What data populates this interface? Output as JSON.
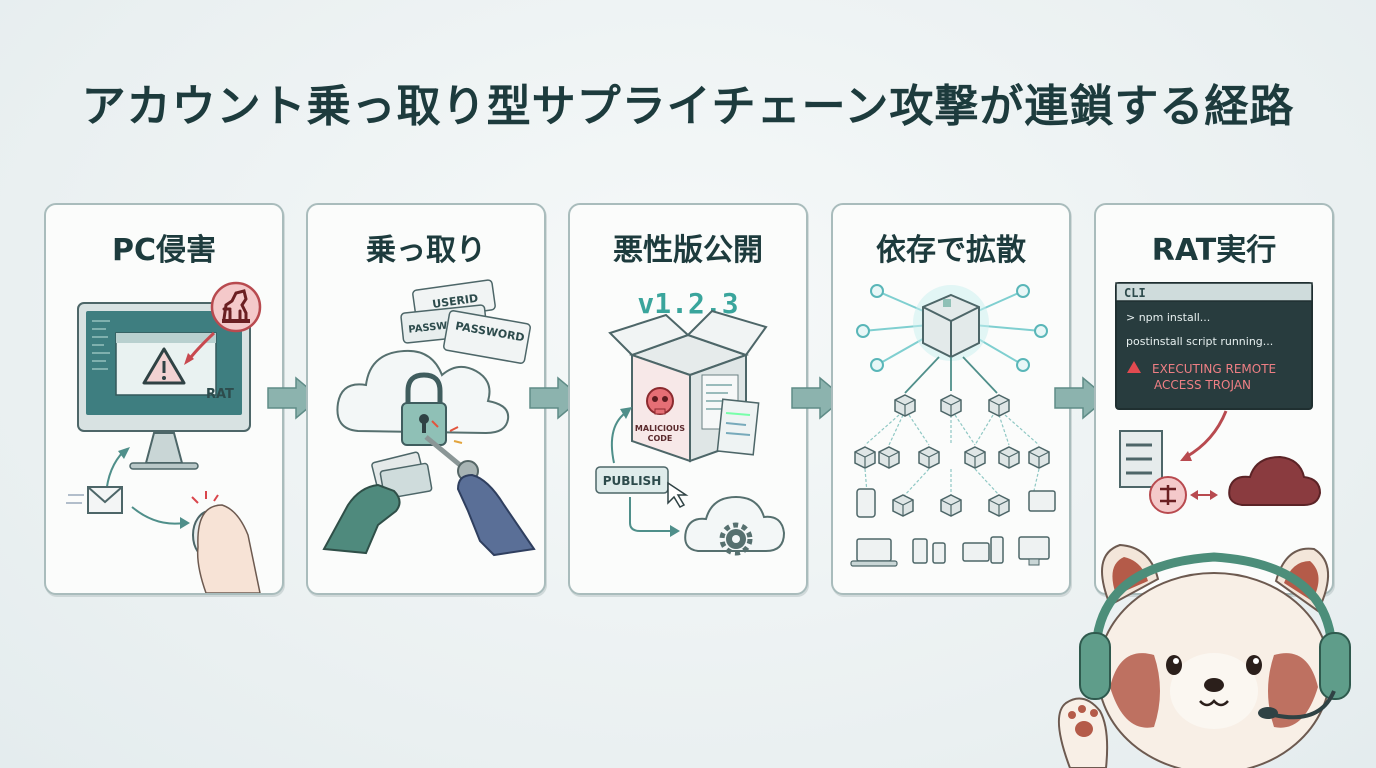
{
  "title": "アカウント乗っ取り型サプライチェーン攻撃が連鎖する経路",
  "steps": [
    {
      "label": "PC侵害",
      "rat_text": "RAT"
    },
    {
      "label": "乗っ取り",
      "userid_text": "USERID",
      "password_text": "PASSWORD",
      "password_text2": "PASSWORD"
    },
    {
      "label": "悪性版公開",
      "version": "v1.2.3",
      "box_text1": "MALICIOUS",
      "box_text2": "CODE",
      "publish": "PUBLISH"
    },
    {
      "label": "依存で拡散"
    },
    {
      "label": "RAT実行",
      "cli_title": "CLI",
      "cli_lines": [
        "> npm install...",
        "postinstall script running...",
        "EXECUTING REMOTE",
        "ACCESS TROJAN"
      ]
    }
  ],
  "colors": {
    "accent": "#3a8c86",
    "danger": "#c8494f",
    "panel_border": "#a9bcbc",
    "arrow": "#6f9c97",
    "cli_bg": "#283c3e"
  },
  "icons": [
    "monitor-icon",
    "warning-icon",
    "trojan-horse-icon",
    "envelope-icon",
    "mouse-icon",
    "cloud-icon",
    "padlock-icon",
    "key-icon",
    "credential-card-icon",
    "package-box-icon",
    "skull-icon",
    "cursor-icon",
    "gear-icon",
    "smartphone-icon",
    "laptop-icon",
    "server-icon",
    "network-hub-icon",
    "red-panda-mascot"
  ]
}
